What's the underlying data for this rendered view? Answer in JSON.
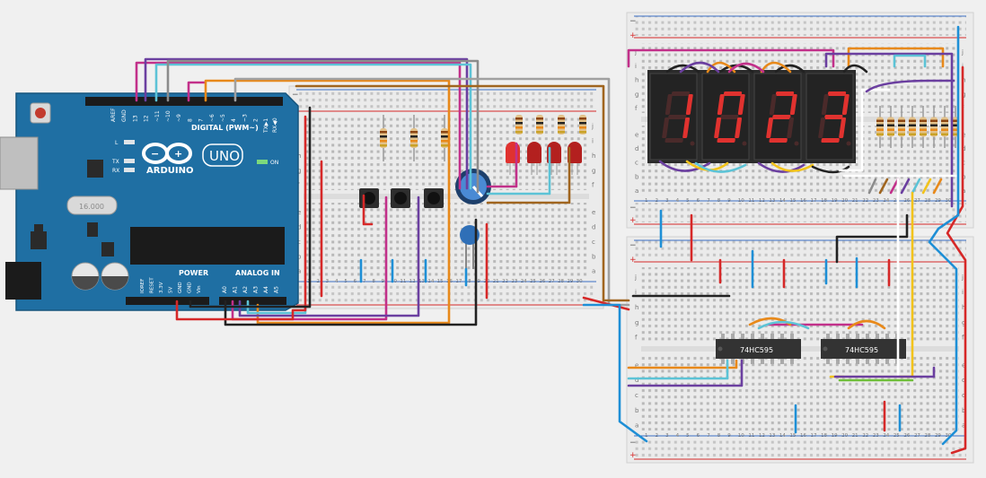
{
  "arduino": {
    "brand": "ARDUINO",
    "model": "UNO",
    "digital_label": "DIGITAL (PWM~)",
    "power_label": "POWER",
    "analog_label": "ANALOG IN",
    "on_label": "ON",
    "led_labels": [
      "L",
      "TX",
      "RX"
    ],
    "tx_rx": [
      "TX▶1",
      "RX◀0"
    ],
    "digital_pins": [
      "AREF",
      "GND",
      "13",
      "12",
      "~11",
      "~10",
      "~9",
      "8",
      "7",
      "~6",
      "~5",
      "4",
      "~3",
      "2"
    ],
    "power_pins": [
      "IOREF",
      "RESET",
      "3.3V",
      "5V",
      "GND",
      "GND",
      "Vin"
    ],
    "analog_pins": [
      "A0",
      "A1",
      "A2",
      "A3",
      "A4",
      "A5"
    ],
    "crystal_label": "16.000"
  },
  "display": {
    "digits": [
      "1",
      "0",
      "2",
      "3"
    ]
  },
  "shift_registers": [
    {
      "label": "74HC595"
    },
    {
      "label": "74HC595"
    }
  ],
  "breadboard": {
    "row_letters_top": [
      "j",
      "i",
      "h",
      "g",
      "f"
    ],
    "row_letters_bottom": [
      "e",
      "d",
      "c",
      "b",
      "a"
    ],
    "plus": "+",
    "minus": "−",
    "columns": [
      "1",
      "2",
      "3",
      "4",
      "5",
      "6",
      "7",
      "8",
      "9",
      "10",
      "11",
      "12",
      "13",
      "14",
      "15",
      "16",
      "17",
      "18",
      "19",
      "20",
      "21",
      "22",
      "23",
      "24",
      "25",
      "26",
      "27",
      "28",
      "29",
      "30"
    ]
  },
  "colors": {
    "board_blue": "#1f6fa3",
    "segment_red": "#e0322f",
    "display_body": "#2b2b2b",
    "chip_body": "#333333",
    "wire_red": "#d62828",
    "wire_blue": "#1e8fd6",
    "wire_black": "#222222",
    "wire_orange": "#e8891a",
    "wire_purple": "#6b3fa0",
    "wire_magenta": "#c2308a",
    "wire_cyan": "#5cc3d6",
    "wire_brown": "#a0651f",
    "wire_yellow": "#f2c31b",
    "wire_white": "#ffffff",
    "wire_gray": "#8c8c8c"
  }
}
